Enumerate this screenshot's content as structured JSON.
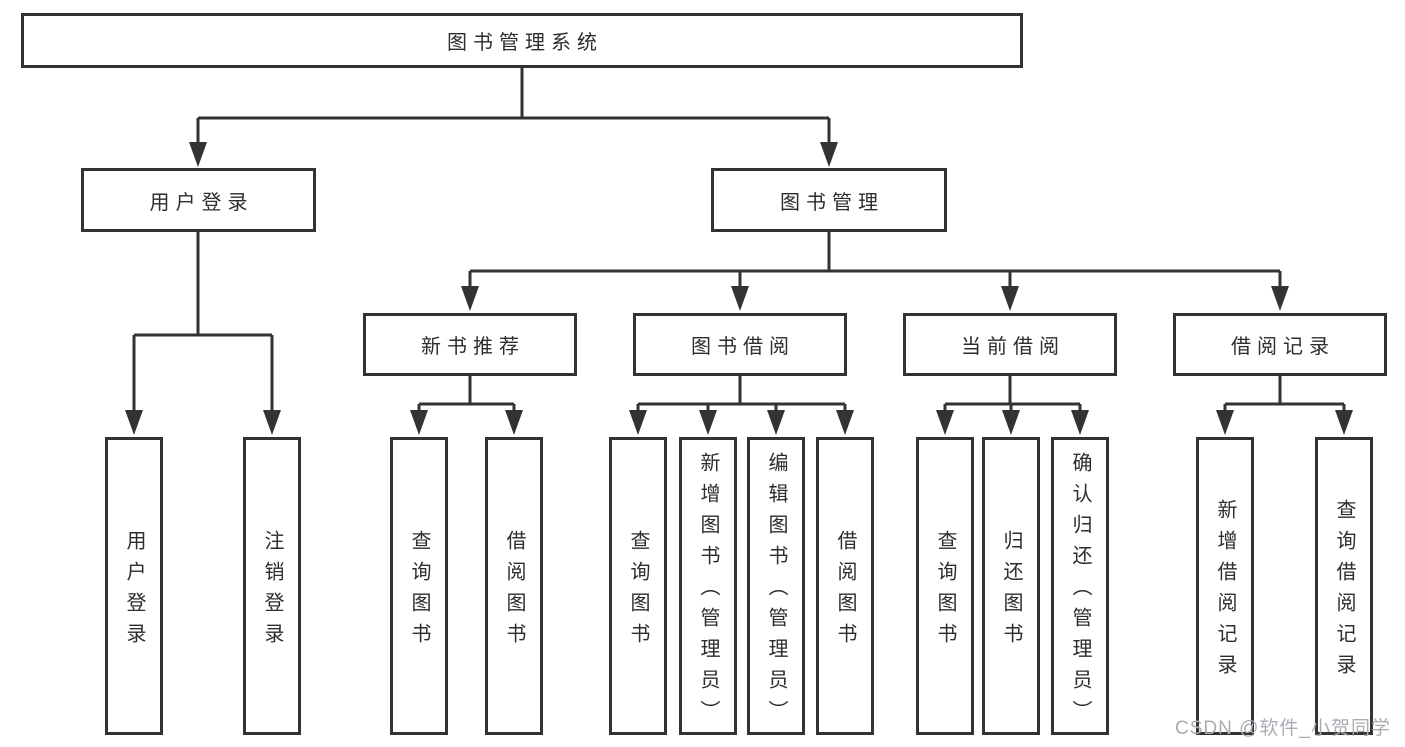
{
  "diagram": {
    "root": {
      "label": "图书管理系统"
    },
    "branches": [
      {
        "label": "用户登录",
        "children": [
          {
            "label": "用户登录"
          },
          {
            "label": "注销登录"
          }
        ]
      },
      {
        "label": "图书管理",
        "children": [
          {
            "label": "新书推荐",
            "children": [
              {
                "label": "查询图书"
              },
              {
                "label": "借阅图书"
              }
            ]
          },
          {
            "label": "图书借阅",
            "children": [
              {
                "label": "查询图书"
              },
              {
                "label": "新增图书（管理员）"
              },
              {
                "label": "编辑图书（管理员）"
              },
              {
                "label": "借阅图书"
              }
            ]
          },
          {
            "label": "当前借阅",
            "children": [
              {
                "label": "查询图书"
              },
              {
                "label": "归还图书"
              },
              {
                "label": "确认归还（管理员）"
              }
            ]
          },
          {
            "label": "借阅记录",
            "children": [
              {
                "label": "新增借阅记录"
              },
              {
                "label": "查询借阅记录"
              }
            ]
          }
        ]
      }
    ]
  },
  "watermark": {
    "text": "CSDN @软件_小贺同学"
  },
  "colors": {
    "line": "#333333",
    "box_border": "#333333",
    "box_fill": "#ffffff",
    "text": "#2d2d2d",
    "watermark": "#a9adb3",
    "background": "#ffffff"
  }
}
